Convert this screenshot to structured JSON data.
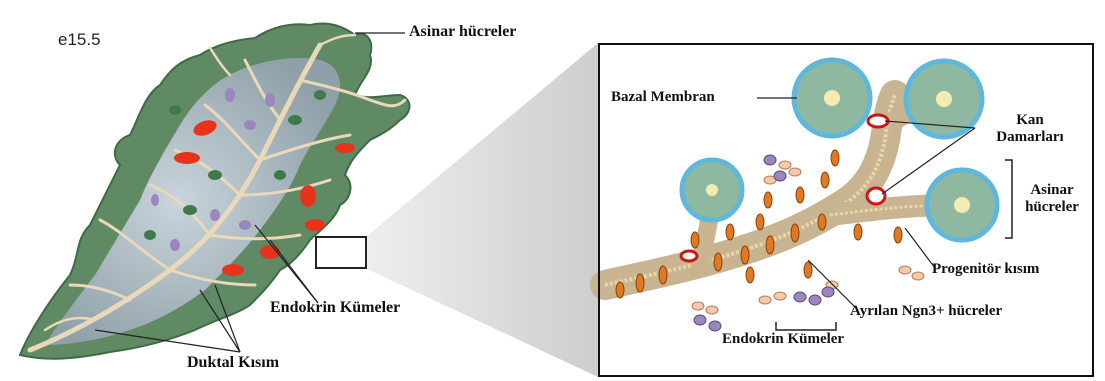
{
  "stage": "e15.5",
  "left": {
    "acinar_label": "Asinar hücreler",
    "endocrine_label": "Endokrin Kümeler",
    "ductal_label": "Duktal Kısım"
  },
  "right": {
    "basal_membrane": "Bazal Membran",
    "blood_vessels_line1": "Kan",
    "blood_vessels_line2": "Damarları",
    "acinar_line1": "Asinar",
    "acinar_line2": "hücreler",
    "progenitor": "Progenitör kısım",
    "ngn3_cells": "Ayrılan Ngn3+ hücreler",
    "endocrine_clusters": "Endokrin Kümeler"
  },
  "colors": {
    "tissue": "#5f8a64",
    "duct": "#e9d9b8",
    "endocrine_red": "#e8331c",
    "purple": "#9c86c0",
    "acinar_green": "#8fb8a0",
    "basal_blue": "#5fb8dc",
    "orange_cell": "#e07a22"
  }
}
